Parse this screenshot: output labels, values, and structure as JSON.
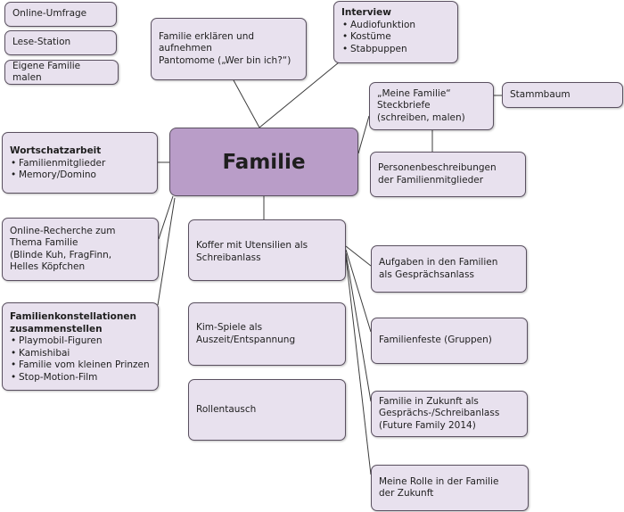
{
  "diagram": {
    "center": "Familie",
    "online_umfrage": "Online-Umfrage",
    "lese_station": "Lese-Station",
    "eigene_familie": "Eigene Familie malen",
    "familie_erklaeren": "Familie erklären und\naufnehmen\nPantomome („Wer bin ich?“)",
    "interview": {
      "title": "Interview",
      "items": [
        "Audiofunktion",
        "Kostüme",
        "Stabpuppen"
      ]
    },
    "steckbriefe": "„Meine Familie“\nSteckbriefe\n(schreiben, malen)",
    "stammbaum": "Stammbaum",
    "wortschatz": {
      "title": "Wortschatzarbeit",
      "items": [
        "Familienmitglieder",
        "Memory/Domino"
      ]
    },
    "personenbeschreibungen": "Personenbeschreibungen\nder Familienmitglieder",
    "online_recherche": "Online-Recherche zum\nThema Familie\n(Blinde Kuh, FragFinn,\nHelles Köpfchen",
    "koffer": "Koffer mit Utensilien als\nSchreibanlass",
    "aufgaben": "Aufgaben in den Familien\nals Gesprächsanlass",
    "konstellationen": {
      "title": "Familienkonstellationen\nzusammenstellen",
      "items": [
        "Playmobil-Figuren",
        "Kamishibai",
        "Familie vom kleinen Prinzen",
        "Stop-Motion-Film"
      ]
    },
    "kim_spiele": "Kim-Spiele als\nAuszeit/Entspannung",
    "familienfeste": "Familienfeste (Gruppen)",
    "rollentausch": "Rollentausch",
    "zukunft": "Familie in Zukunft als\nGesprächs-/Schreibanlass\n(Future Family 2014)",
    "meine_rolle": "Meine Rolle in der Familie\nder Zukunft"
  }
}
